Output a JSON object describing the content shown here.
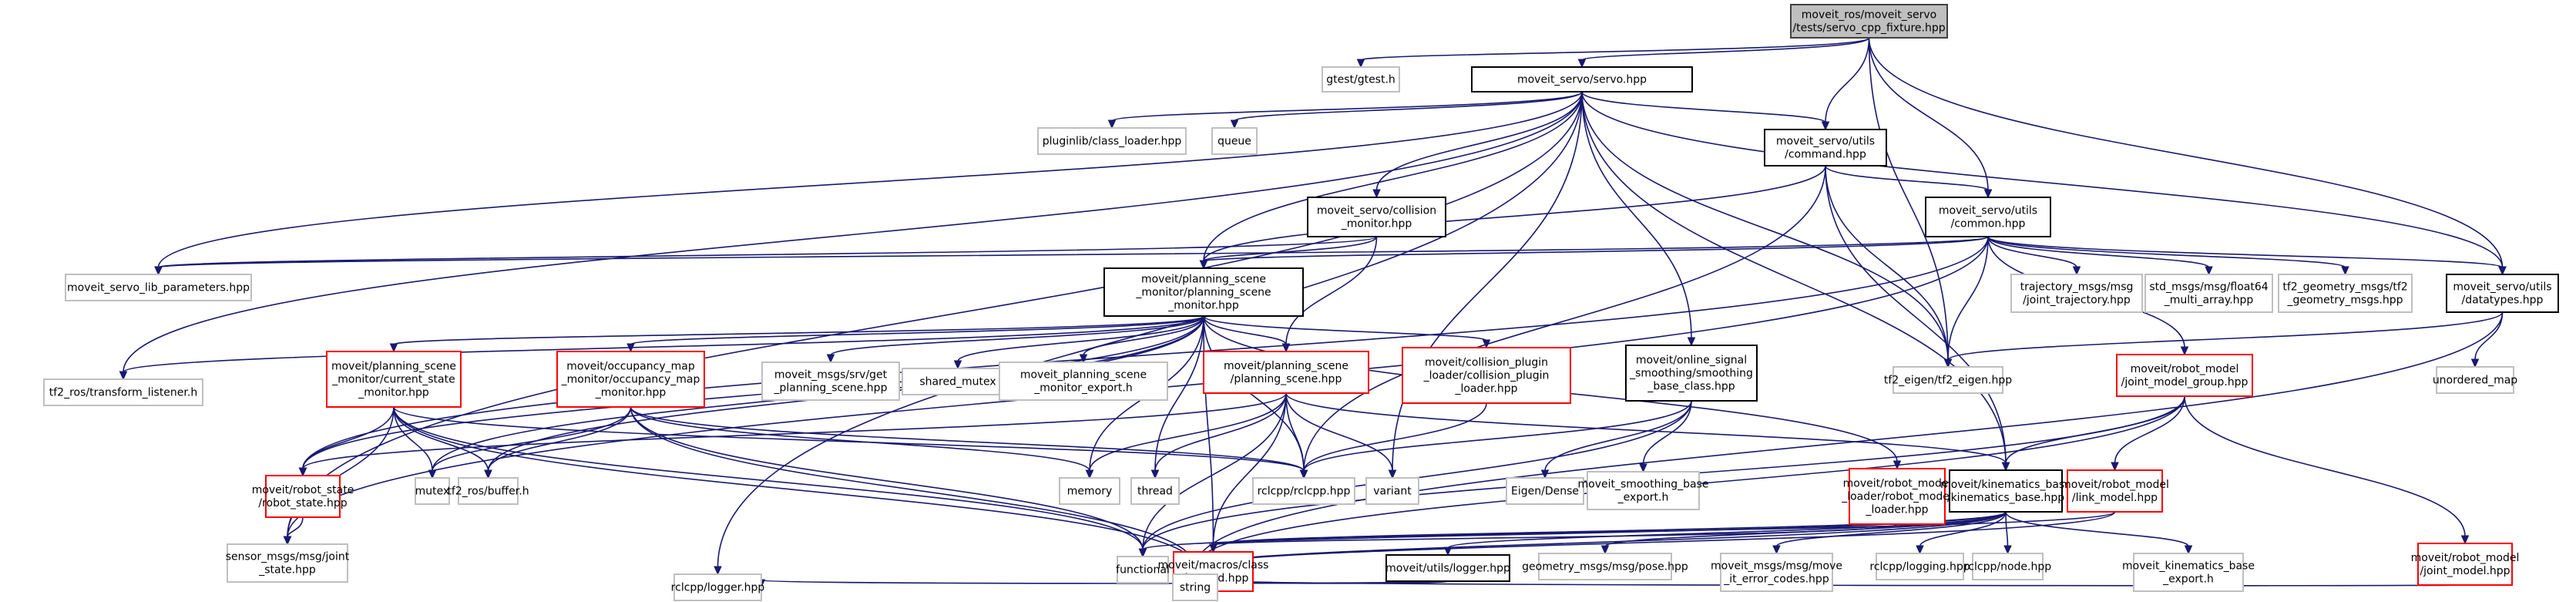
{
  "diagram": {
    "title": "Include dependency graph for servo_cpp_fixture.hpp",
    "colors": {
      "root_fill": "#bfbfbf",
      "root_stroke": "#404040",
      "documented_stroke": "#000000",
      "undocumented_stroke": "#bfbfbf",
      "truncated_stroke": "#ff0000",
      "edge": "#191970"
    },
    "nodes": [
      {
        "id": "root",
        "kind": "root",
        "lines": [
          "moveit_ros/moveit_servo",
          "/tests/servo_cpp_fixture.hpp"
        ]
      },
      {
        "id": "gtest",
        "kind": "external",
        "lines": [
          "gtest/gtest.h"
        ]
      },
      {
        "id": "servo",
        "kind": "documented",
        "lines": [
          "moveit_servo/servo.hpp"
        ]
      },
      {
        "id": "pluginlib",
        "kind": "external",
        "lines": [
          "pluginlib/class_loader.hpp"
        ]
      },
      {
        "id": "queue",
        "kind": "external",
        "lines": [
          "queue"
        ]
      },
      {
        "id": "command",
        "kind": "documented",
        "lines": [
          "moveit_servo/utils",
          "/command.hpp"
        ]
      },
      {
        "id": "collision",
        "kind": "documented",
        "lines": [
          "moveit_servo/collision",
          "_monitor.hpp"
        ]
      },
      {
        "id": "common",
        "kind": "documented",
        "lines": [
          "moveit_servo/utils",
          "/common.hpp"
        ]
      },
      {
        "id": "libparams",
        "kind": "external",
        "lines": [
          "moveit_servo_lib_parameters.hpp"
        ]
      },
      {
        "id": "psm",
        "kind": "documented",
        "lines": [
          "moveit/planning_scene",
          "_monitor/planning_scene",
          "_monitor.hpp"
        ]
      },
      {
        "id": "trajmsg",
        "kind": "external",
        "lines": [
          "trajectory_msgs/msg",
          "/joint_trajectory.hpp"
        ]
      },
      {
        "id": "float64",
        "kind": "external",
        "lines": [
          "std_msgs/msg/float64",
          "_multi_array.hpp"
        ]
      },
      {
        "id": "tf2geom",
        "kind": "external",
        "lines": [
          "tf2_geometry_msgs/tf2",
          "_geometry_msgs.hpp"
        ]
      },
      {
        "id": "datatypes",
        "kind": "documented",
        "lines": [
          "moveit_servo/utils",
          "/datatypes.hpp"
        ]
      },
      {
        "id": "tflistener",
        "kind": "external",
        "lines": [
          "tf2_ros/transform_listener.h"
        ]
      },
      {
        "id": "csm",
        "kind": "truncated",
        "lines": [
          "moveit/planning_scene",
          "_monitor/current_state",
          "_monitor.hpp"
        ]
      },
      {
        "id": "omm",
        "kind": "truncated",
        "lines": [
          "moveit/occupancy_map",
          "_monitor/occupancy_map",
          "_monitor.hpp"
        ]
      },
      {
        "id": "getps",
        "kind": "external",
        "lines": [
          "moveit_msgs/srv/get",
          "_planning_scene.hpp"
        ]
      },
      {
        "id": "sharedmutex",
        "kind": "external",
        "lines": [
          "shared_mutex"
        ]
      },
      {
        "id": "psmexport",
        "kind": "external",
        "lines": [
          "moveit_planning_scene",
          "_monitor_export.h"
        ]
      },
      {
        "id": "ps",
        "kind": "truncated",
        "lines": [
          "moveit/planning_scene",
          "/planning_scene.hpp"
        ]
      },
      {
        "id": "cpl",
        "kind": "truncated",
        "lines": [
          "moveit/collision_plugin",
          "_loader/collision_plugin",
          "_loader.hpp"
        ]
      },
      {
        "id": "smoothing",
        "kind": "documented",
        "lines": [
          "moveit/online_signal",
          "_smoothing/smoothing",
          "_base_class.hpp"
        ]
      },
      {
        "id": "tf2eigen",
        "kind": "external",
        "lines": [
          "tf2_eigen/tf2_eigen.hpp"
        ]
      },
      {
        "id": "jmg",
        "kind": "truncated",
        "lines": [
          "moveit/robot_model",
          "/joint_model_group.hpp"
        ]
      },
      {
        "id": "umap",
        "kind": "external",
        "lines": [
          "unordered_map"
        ]
      },
      {
        "id": "robotstate",
        "kind": "truncated",
        "lines": [
          "moveit/robot_state",
          "/robot_state.hpp"
        ]
      },
      {
        "id": "mutex",
        "kind": "external",
        "lines": [
          "mutex"
        ]
      },
      {
        "id": "buffer",
        "kind": "external",
        "lines": [
          "tf2_ros/buffer.h"
        ]
      },
      {
        "id": "memory",
        "kind": "external",
        "lines": [
          "memory"
        ]
      },
      {
        "id": "thread",
        "kind": "external",
        "lines": [
          "thread"
        ]
      },
      {
        "id": "rclcpp",
        "kind": "external",
        "lines": [
          "rclcpp/rclcpp.hpp"
        ]
      },
      {
        "id": "variant",
        "kind": "external",
        "lines": [
          "variant"
        ]
      },
      {
        "id": "eigendense",
        "kind": "external",
        "lines": [
          "Eigen/Dense"
        ]
      },
      {
        "id": "smoothexport",
        "kind": "external",
        "lines": [
          "moveit_smoothing_base",
          "_export.h"
        ]
      },
      {
        "id": "rml",
        "kind": "truncated",
        "lines": [
          "moveit/robot_model",
          "_loader/robot_model",
          "_loader.hpp"
        ]
      },
      {
        "id": "kb",
        "kind": "documented",
        "lines": [
          "moveit/kinematics_base",
          "/kinematics_base.hpp"
        ]
      },
      {
        "id": "linkmodel",
        "kind": "truncated",
        "lines": [
          "moveit/robot_model",
          "/link_model.hpp"
        ]
      },
      {
        "id": "jointstate",
        "kind": "external",
        "lines": [
          "sensor_msgs/msg/joint",
          "_state.hpp"
        ]
      },
      {
        "id": "functional",
        "kind": "external",
        "lines": [
          "functional"
        ]
      },
      {
        "id": "classfwd",
        "kind": "truncated",
        "lines": [
          "moveit/macros/class",
          "_forward.hpp"
        ]
      },
      {
        "id": "logger",
        "kind": "documented",
        "lines": [
          "moveit/utils/logger.hpp"
        ]
      },
      {
        "id": "pose",
        "kind": "external",
        "lines": [
          "geometry_msgs/msg/pose.hpp"
        ]
      },
      {
        "id": "errcodes",
        "kind": "external",
        "lines": [
          "moveit_msgs/msg/move",
          "_it_error_codes.hpp"
        ]
      },
      {
        "id": "logging",
        "kind": "external",
        "lines": [
          "rclcpp/logging.hpp"
        ]
      },
      {
        "id": "node",
        "kind": "external",
        "lines": [
          "rclcpp/node.hpp"
        ]
      },
      {
        "id": "kbexport",
        "kind": "external",
        "lines": [
          "moveit_kinematics_base",
          "_export.h"
        ]
      },
      {
        "id": "jointmodel",
        "kind": "truncated",
        "lines": [
          "moveit/robot_model",
          "/joint_model.hpp"
        ]
      },
      {
        "id": "rclogger",
        "kind": "external",
        "lines": [
          "rclcpp/logger.hpp"
        ]
      },
      {
        "id": "string",
        "kind": "external",
        "lines": [
          "string"
        ]
      }
    ],
    "edges": [
      [
        "root",
        "gtest"
      ],
      [
        "root",
        "servo"
      ],
      [
        "root",
        "command"
      ],
      [
        "root",
        "common"
      ],
      [
        "root",
        "datatypes"
      ],
      [
        "root",
        "tf2eigen"
      ],
      [
        "servo",
        "pluginlib"
      ],
      [
        "servo",
        "queue"
      ],
      [
        "servo",
        "command"
      ],
      [
        "servo",
        "collision"
      ],
      [
        "servo",
        "libparams"
      ],
      [
        "servo",
        "psm"
      ],
      [
        "servo",
        "datatypes"
      ],
      [
        "servo",
        "tflistener"
      ],
      [
        "servo",
        "smoothing"
      ],
      [
        "servo",
        "tf2eigen"
      ],
      [
        "servo",
        "kb"
      ],
      [
        "servo",
        "variant"
      ],
      [
        "servo",
        "jointstate"
      ],
      [
        "servo",
        "rclogger"
      ],
      [
        "command",
        "common"
      ],
      [
        "command",
        "psm"
      ],
      [
        "command",
        "tf2eigen"
      ],
      [
        "command",
        "kb"
      ],
      [
        "command",
        "rclcpp"
      ],
      [
        "collision",
        "psm"
      ],
      [
        "collision",
        "libparams"
      ],
      [
        "collision",
        "ps"
      ],
      [
        "common",
        "libparams"
      ],
      [
        "common",
        "psm"
      ],
      [
        "common",
        "trajmsg"
      ],
      [
        "common",
        "float64"
      ],
      [
        "common",
        "tf2geom"
      ],
      [
        "common",
        "datatypes"
      ],
      [
        "common",
        "tf2eigen"
      ],
      [
        "common",
        "jmg"
      ],
      [
        "common",
        "robotstate"
      ],
      [
        "common",
        "jointstate"
      ],
      [
        "datatypes",
        "tf2eigen"
      ],
      [
        "datatypes",
        "umap"
      ],
      [
        "datatypes",
        "string"
      ],
      [
        "psm",
        "tflistener"
      ],
      [
        "psm",
        "csm"
      ],
      [
        "psm",
        "omm"
      ],
      [
        "psm",
        "getps"
      ],
      [
        "psm",
        "sharedmutex"
      ],
      [
        "psm",
        "psmexport"
      ],
      [
        "psm",
        "ps"
      ],
      [
        "psm",
        "cpl"
      ],
      [
        "psm",
        "rml"
      ],
      [
        "psm",
        "robotstate"
      ],
      [
        "psm",
        "mutex"
      ],
      [
        "psm",
        "buffer"
      ],
      [
        "psm",
        "memory"
      ],
      [
        "psm",
        "thread"
      ],
      [
        "psm",
        "rclcpp"
      ],
      [
        "psm",
        "classfwd"
      ],
      [
        "csm",
        "robotstate"
      ],
      [
        "csm",
        "mutex"
      ],
      [
        "csm",
        "buffer"
      ],
      [
        "csm",
        "functional"
      ],
      [
        "csm",
        "jointstate"
      ],
      [
        "csm",
        "string"
      ],
      [
        "csm",
        "rclcpp"
      ],
      [
        "omm",
        "mutex"
      ],
      [
        "omm",
        "buffer"
      ],
      [
        "omm",
        "memory"
      ],
      [
        "omm",
        "rclcpp"
      ],
      [
        "omm",
        "functional"
      ],
      [
        "omm",
        "string"
      ],
      [
        "ps",
        "robotstate"
      ],
      [
        "ps",
        "memory"
      ],
      [
        "ps",
        "thread"
      ],
      [
        "ps",
        "rclcpp"
      ],
      [
        "ps",
        "variant"
      ],
      [
        "ps",
        "functional"
      ],
      [
        "ps",
        "classfwd"
      ],
      [
        "ps",
        "kb"
      ],
      [
        "cpl",
        "rclcpp"
      ],
      [
        "smoothing",
        "eigendense"
      ],
      [
        "smoothing",
        "smoothexport"
      ],
      [
        "smoothing",
        "rclcpp"
      ],
      [
        "smoothing",
        "functional"
      ],
      [
        "jmg",
        "kb"
      ],
      [
        "jmg",
        "linkmodel"
      ],
      [
        "jmg",
        "jointmodel"
      ],
      [
        "jmg",
        "string"
      ],
      [
        "jmg",
        "functional"
      ],
      [
        "robotstate",
        "jointstate"
      ],
      [
        "rml",
        "classfwd"
      ],
      [
        "kb",
        "functional"
      ],
      [
        "kb",
        "classfwd"
      ],
      [
        "kb",
        "logger"
      ],
      [
        "kb",
        "pose"
      ],
      [
        "kb",
        "errcodes"
      ],
      [
        "kb",
        "logging"
      ],
      [
        "kb",
        "node"
      ],
      [
        "kb",
        "kbexport"
      ],
      [
        "kb",
        "string"
      ],
      [
        "linkmodel",
        "classfwd"
      ],
      [
        "linkmodel",
        "string"
      ],
      [
        "jointmodel",
        "string"
      ],
      [
        "logger",
        "rclogger"
      ],
      [
        "logger",
        "string"
      ]
    ]
  }
}
